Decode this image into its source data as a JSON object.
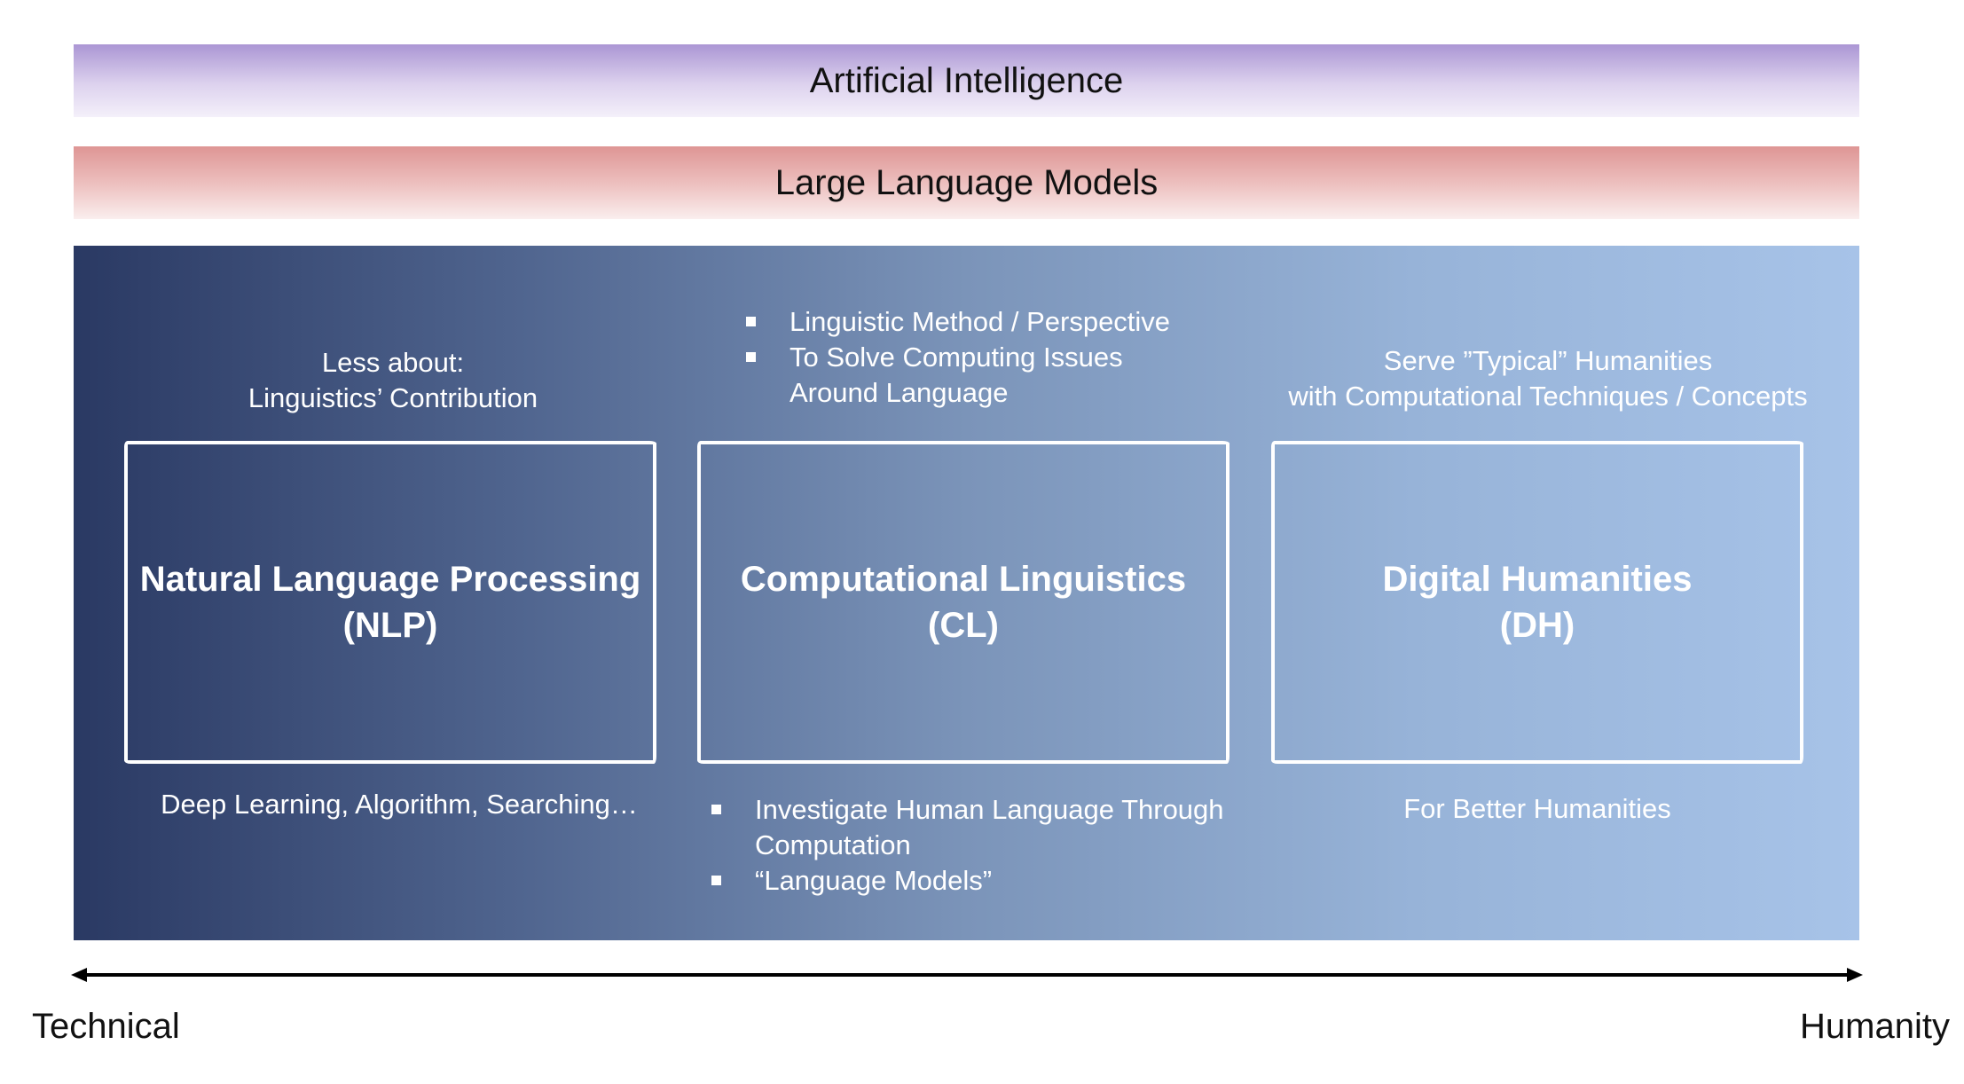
{
  "layers": {
    "ai": "Artificial Intelligence",
    "llm": "Large Language Models"
  },
  "fields": [
    {
      "name": "Natural Language Processing",
      "abbr": "(NLP)",
      "above": [
        "Less about:",
        "Linguistics’ Contribution"
      ],
      "below": "Deep Learning, Algorithm, Searching…"
    },
    {
      "name": "Computational Linguistics",
      "abbr": "(CL)",
      "above_bullets": [
        [
          "Linguistic Method / Perspective"
        ],
        [
          "To Solve Computing Issues",
          "Around Language"
        ]
      ],
      "below_bullets": [
        [
          "Investigate Human Language Through",
          "Computation"
        ],
        [
          "“Language Models”"
        ]
      ]
    },
    {
      "name": "Digital Humanities",
      "abbr": "(DH)",
      "above": [
        "Serve ”Typical” Humanities",
        "with Computational Techniques / Concepts"
      ],
      "below": "For Better Humanities"
    }
  ],
  "axis": {
    "left_label": "Technical",
    "right_label": "Humanity"
  },
  "colors": {
    "ai_band": "#ab96d4",
    "llm_band": "#de9594",
    "panel_left": "#2a3963",
    "panel_right": "#a7c3e8"
  }
}
